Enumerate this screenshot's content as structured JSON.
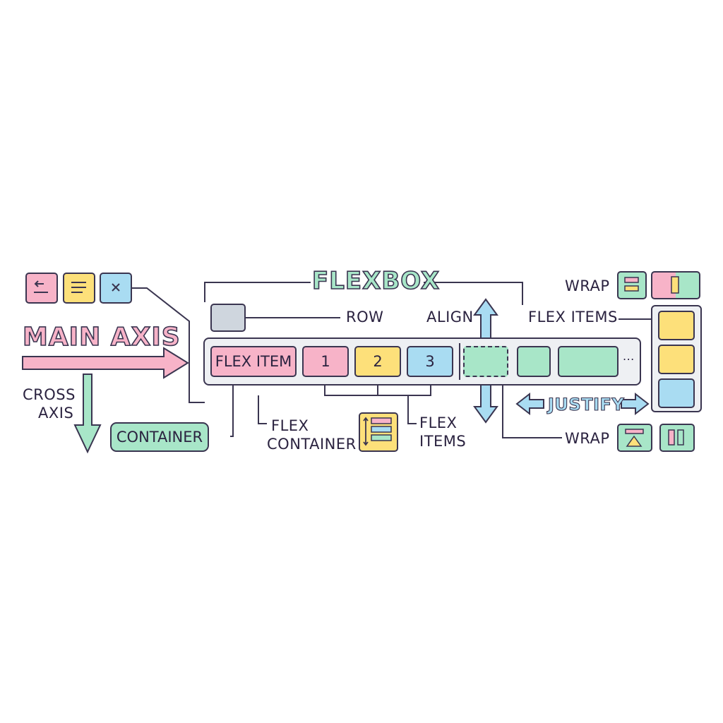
{
  "title": "FLEXBOX",
  "labels": {
    "main_axis": "MAIN AXIS",
    "cross_axis_line1": "CROSS",
    "cross_axis_line2": "AXIS",
    "container": "CONTAINER",
    "row": "ROW",
    "align": "ALIGN",
    "flex_items_top": "FLEX ITEMS",
    "wrap_top": "WRAP",
    "wrap_bottom": "WRAP",
    "justify": "JUSTIFY",
    "flex_container_line1": "FLEX",
    "flex_container_line2": "CONTAINER",
    "flex_items_bottom_line1": "FLEX",
    "flex_items_bottom_line2": "ITEMS"
  },
  "row_items": {
    "flex_item": "FLEX ITEM",
    "item_1": "1",
    "item_2": "2",
    "item_3": "3",
    "ellipsis": "..."
  },
  "toolbar_icons": [
    "back-arrow-icon",
    "document-lines-icon",
    "close-icon"
  ],
  "colors": {
    "pink": "#f7b3c8",
    "yellow": "#fde07a",
    "blue": "#a9dcf2",
    "green": "#a8e6c8",
    "grey": "#cfd6de",
    "outline": "#3a3550"
  }
}
